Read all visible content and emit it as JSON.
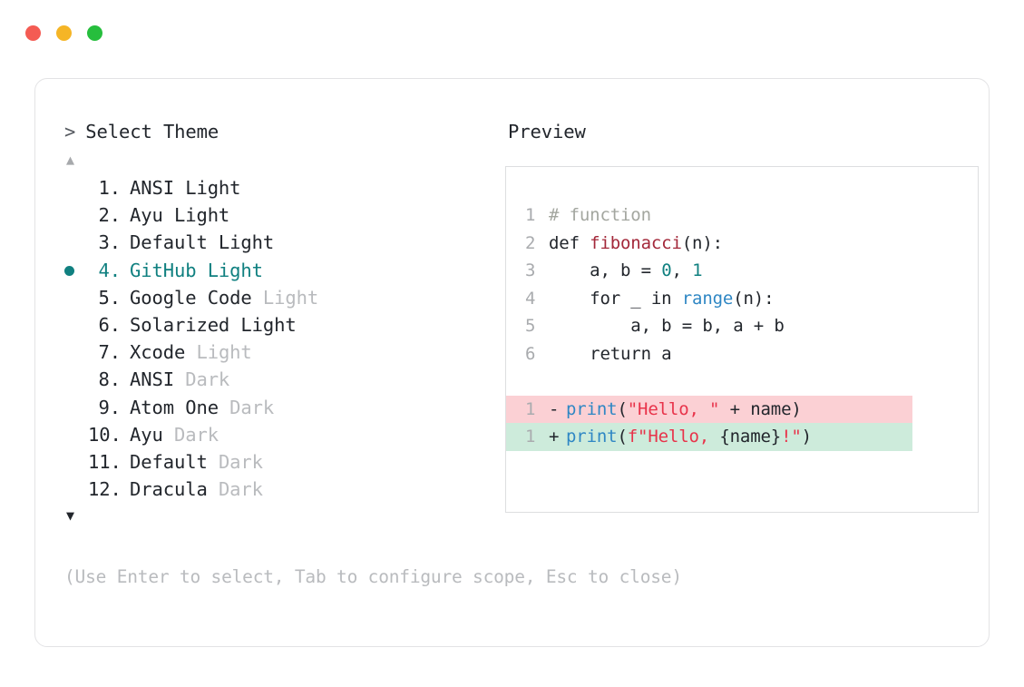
{
  "titlebar": {
    "dots": [
      {
        "name": "close-dot",
        "color": "#f45b53"
      },
      {
        "name": "minimize-dot",
        "color": "#f5b526"
      },
      {
        "name": "maximize-dot",
        "color": "#26be3d"
      }
    ]
  },
  "prompt": {
    "caret": ">",
    "title": "Select Theme"
  },
  "scroll": {
    "up_arrow": "▲",
    "down_arrow": "▼"
  },
  "selection": {
    "selected_index": 4,
    "accent_color": "#108080",
    "bullet": "●"
  },
  "themes": [
    {
      "index": "1.",
      "name": "ANSI Light",
      "variant": "",
      "variant_dim": false,
      "selected": false
    },
    {
      "index": "2.",
      "name": "Ayu Light",
      "variant": "",
      "variant_dim": false,
      "selected": false
    },
    {
      "index": "3.",
      "name": "Default Light",
      "variant": "",
      "variant_dim": false,
      "selected": false
    },
    {
      "index": "4.",
      "name": "GitHub Light",
      "variant": "",
      "variant_dim": false,
      "selected": true
    },
    {
      "index": "5.",
      "name": "Google Code",
      "variant": "Light",
      "variant_dim": true,
      "selected": false
    },
    {
      "index": "6.",
      "name": "Solarized Light",
      "variant": "",
      "variant_dim": false,
      "selected": false
    },
    {
      "index": "7.",
      "name": "Xcode",
      "variant": "Light",
      "variant_dim": true,
      "selected": false
    },
    {
      "index": "8.",
      "name": "ANSI",
      "variant": "Dark",
      "variant_dim": true,
      "selected": false
    },
    {
      "index": "9.",
      "name": "Atom One",
      "variant": "Dark",
      "variant_dim": true,
      "selected": false
    },
    {
      "index": "10.",
      "name": "Ayu",
      "variant": "Dark",
      "variant_dim": true,
      "selected": false
    },
    {
      "index": "11.",
      "name": "Default",
      "variant": "Dark",
      "variant_dim": true,
      "selected": false
    },
    {
      "index": "12.",
      "name": "Dracula",
      "variant": "Dark",
      "variant_dim": true,
      "selected": false
    }
  ],
  "preview": {
    "label": "Preview",
    "code_lines": [
      {
        "num": "1",
        "tokens": [
          {
            "t": "# function",
            "c": "comment"
          }
        ]
      },
      {
        "num": "2",
        "tokens": [
          {
            "t": "def ",
            "c": "keyword"
          },
          {
            "t": "fibonacci",
            "c": "func"
          },
          {
            "t": "(n):",
            "c": "plain"
          }
        ]
      },
      {
        "num": "3",
        "tokens": [
          {
            "t": "    a, b = ",
            "c": "plain"
          },
          {
            "t": "0",
            "c": "number"
          },
          {
            "t": ", ",
            "c": "plain"
          },
          {
            "t": "1",
            "c": "number"
          }
        ]
      },
      {
        "num": "4",
        "tokens": [
          {
            "t": "    for _ in ",
            "c": "plain"
          },
          {
            "t": "range",
            "c": "builtin"
          },
          {
            "t": "(n):",
            "c": "plain"
          }
        ]
      },
      {
        "num": "5",
        "tokens": [
          {
            "t": "        a, b = b, a + b",
            "c": "plain"
          }
        ]
      },
      {
        "num": "6",
        "tokens": [
          {
            "t": "    return a",
            "c": "plain"
          }
        ]
      }
    ],
    "diff_lines": [
      {
        "num": "1",
        "marker": "-",
        "kind": "removed",
        "tokens": [
          {
            "t": "print",
            "c": "call"
          },
          {
            "t": "(",
            "c": "plain"
          },
          {
            "t": "\"Hello, \"",
            "c": "string"
          },
          {
            "t": " + name)",
            "c": "plain"
          }
        ]
      },
      {
        "num": "1",
        "marker": "+",
        "kind": "added",
        "tokens": [
          {
            "t": "print",
            "c": "call"
          },
          {
            "t": "(",
            "c": "plain"
          },
          {
            "t": "f\"Hello, ",
            "c": "string"
          },
          {
            "t": "{name}",
            "c": "plain"
          },
          {
            "t": "!\"",
            "c": "string"
          },
          {
            "t": ")",
            "c": "plain"
          }
        ]
      }
    ]
  },
  "footer": {
    "hint": "(Use Enter to select, Tab to configure scope, Esc to close)"
  }
}
